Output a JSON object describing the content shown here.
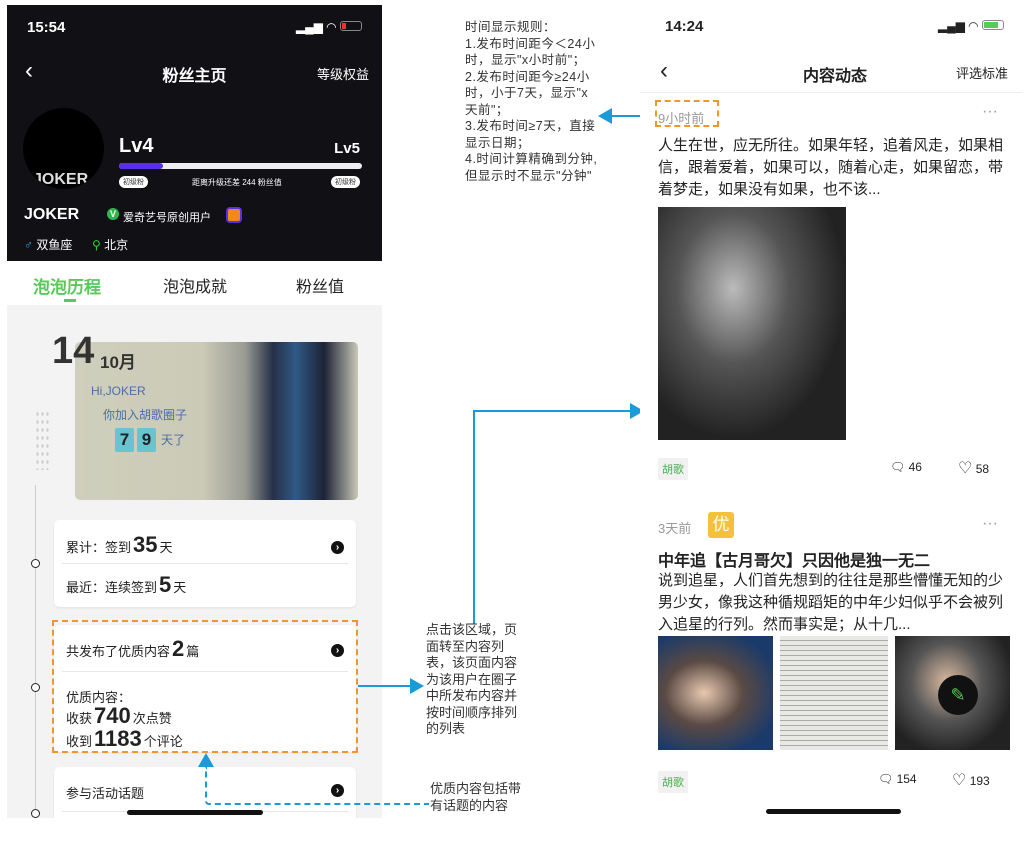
{
  "left_phone": {
    "status_time": "15:54",
    "nav": {
      "title": "粉丝主页",
      "right": "等级权益"
    },
    "profile": {
      "level_current": "Lv4",
      "level_next": "Lv5",
      "progress_percent": 18,
      "progress_text": "距离升级还差 244 粉丝值",
      "badge_left": "初级粉",
      "badge_right": "初级粉",
      "name": "JOKER",
      "verified": "爱奇艺号原创用户",
      "zodiac": "双鱼座",
      "city": "北京"
    },
    "tabs": [
      "泡泡历程",
      "泡泡成就",
      "粉丝值"
    ],
    "date": {
      "day": "14",
      "month": "10月"
    },
    "welcome": {
      "hi": "Hi,JOKER",
      "line": "你加入胡歌圈子",
      "digits": [
        "7",
        "9"
      ],
      "suffix": "天了"
    },
    "checkin": {
      "total_prefix": "累计：签到",
      "total": "35",
      "total_unit": "天",
      "recent_prefix": "最近：连续签到",
      "recent": "5",
      "recent_unit": "天"
    },
    "quality": {
      "prefix": "共发布了优质内容",
      "count": "2",
      "unit": "篇",
      "label": "优质内容：",
      "likes_prefix": "收获",
      "likes": "740",
      "likes_unit": "次点赞",
      "comments_prefix": "收到",
      "comments": "1183",
      "comments_unit": "个评论"
    },
    "topics": {
      "label": "参与活动话题"
    }
  },
  "annotations": {
    "time_rule": "时间显示规则：\n1.发布时间距今＜24小时，显示\"x小时前\"；\n2.发布时间距今≥24小时，小于7天，显示\"x天前\"；\n3.发布时间≥7天，直接显示日期；\n4.时间计算精确到分钟,但显示时不显示\"分钟\"",
    "click_area": "点击该区域，页面转至内容列表，该页面内容为该用户在圈子中所发布内容并按时间顺序排列的列表",
    "quality_def": "优质内容包括带有话题的内容"
  },
  "right_phone": {
    "status_time": "14:24",
    "nav": {
      "title": "内容动态",
      "right": "评选标准"
    },
    "posts": [
      {
        "time": "9小时前",
        "text": "人生在世，应无所往。如果年轻，追着风走，如果相信，跟着爱着，如果可以，随着心走，如果留恋，带着梦走，如果没有如果，也不该...",
        "tag": "胡歌",
        "comments": "46",
        "likes": "58"
      },
      {
        "time": "3天前",
        "badge": "优",
        "title": "中年追【古月哥欠】只因他是独一无二",
        "text": "说到追星，人们首先想到的往往是那些懵懂无知的少男少女，像我这种循规蹈矩的中年少妇似乎不会被列入追星的行列。然而事实是；从十几...",
        "tag": "胡歌",
        "comments": "154",
        "likes": "193"
      }
    ]
  },
  "colors": {
    "accent_green": "#5ac85a",
    "annotation_blue": "#1a9ad6",
    "highlight_orange": "#f0962a",
    "progress": "#5b2ee8"
  }
}
